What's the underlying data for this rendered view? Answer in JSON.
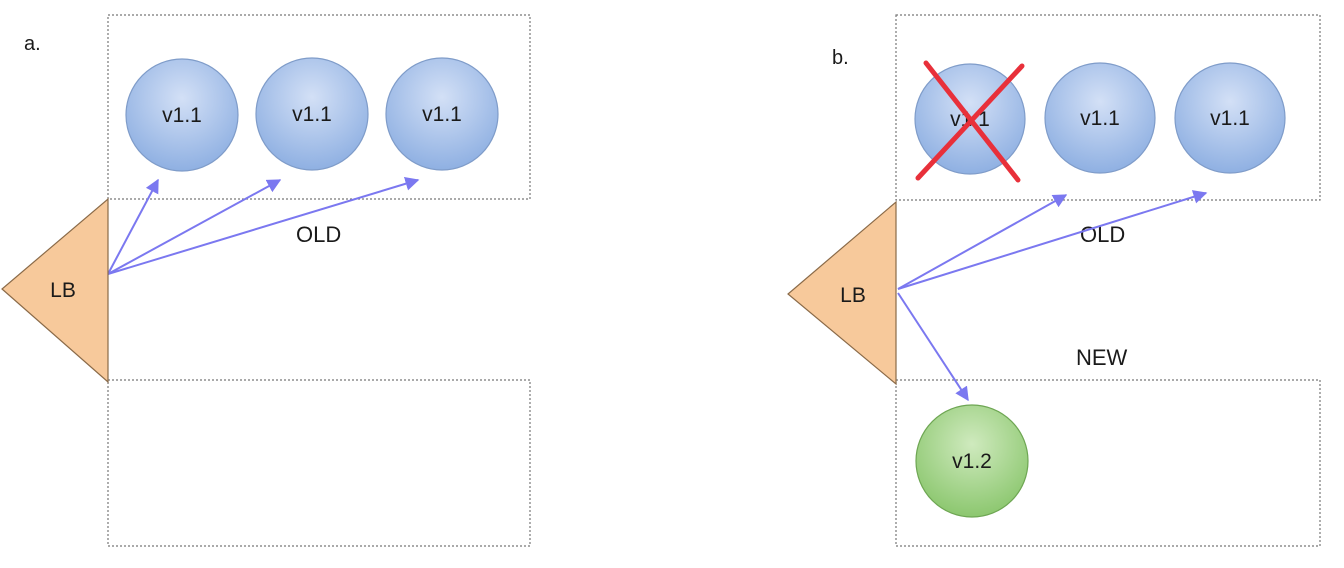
{
  "panels": [
    {
      "letter": "a.",
      "lb_label": "LB",
      "group_labels": {
        "old": "OLD",
        "new": ""
      },
      "nodes": [
        {
          "label": "v1.1",
          "status": "running",
          "group": "old",
          "crossed": false
        },
        {
          "label": "v1.1",
          "status": "running",
          "group": "old",
          "crossed": false
        },
        {
          "label": "v1.1",
          "status": "running",
          "group": "old",
          "crossed": false
        }
      ]
    },
    {
      "letter": "b.",
      "lb_label": "LB",
      "group_labels": {
        "old": "OLD",
        "new": "NEW"
      },
      "nodes": [
        {
          "label": "v1.1",
          "status": "removed",
          "group": "old",
          "crossed": true
        },
        {
          "label": "v1.1",
          "status": "running",
          "group": "old",
          "crossed": false
        },
        {
          "label": "v1.1",
          "status": "running",
          "group": "old",
          "crossed": false
        },
        {
          "label": "v1.2",
          "status": "new",
          "group": "new",
          "crossed": false
        }
      ]
    }
  ],
  "colors": {
    "old_node": "#a8c1ea",
    "new_node": "#a8d68f",
    "load_balancer": "#f7c99b",
    "arrow": "#7b78f0",
    "cross": "#e8303a"
  }
}
